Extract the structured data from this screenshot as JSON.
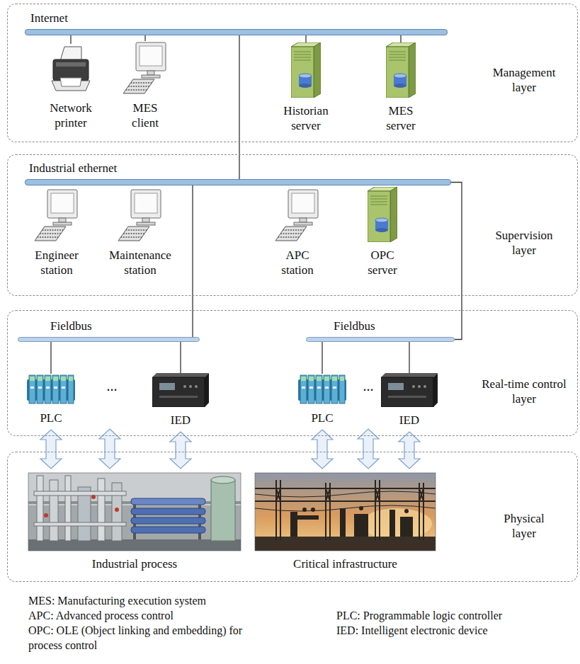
{
  "diagram": {
    "nodes": [
      {
        "text": [
          "Management layer"
        ]
      },
      {
        "text": [
          "Internet"
        ],
        "in": 0
      },
      {
        "text": [
          "Network printer"
        ],
        "in": 0
      },
      {
        "text": [
          "MES client"
        ],
        "in": 0
      },
      {
        "text": [
          "Historian server"
        ],
        "in": 0
      },
      {
        "text": [
          "MES server"
        ],
        "in": 0
      },
      {
        "text": [
          "Supervision layer"
        ]
      },
      {
        "text": [
          "Industrial ethernet"
        ],
        "in": 6
      },
      {
        "text": [
          "Engineer station"
        ],
        "in": 6
      },
      {
        "text": [
          "Maintenance station"
        ],
        "in": 6
      },
      {
        "text": [
          "APC station"
        ],
        "in": 6
      },
      {
        "text": [
          "OPC server"
        ],
        "in": 6
      },
      {
        "text": [
          "Real-time control layer"
        ]
      },
      {
        "text": [
          "Fieldbus"
        ],
        "in": 12
      },
      {
        "text": [
          "Fieldbus"
        ],
        "in": 12
      },
      {
        "text": [
          "PLC"
        ],
        "in": 12
      },
      {
        "text": [
          "IED"
        ],
        "in": 12
      },
      {
        "text": [
          "PLC"
        ],
        "in": 12
      },
      {
        "text": [
          "IED"
        ],
        "in": 12
      },
      {
        "text": [
          "Physical layer"
        ]
      },
      {
        "text": [
          "Industrial process"
        ],
        "in": 19
      },
      {
        "text": [
          "Critical infrastructure"
        ],
        "in": 19
      }
    ],
    "edges": [
      {
        "from": 1,
        "to": 7,
        "arrow": "none"
      },
      {
        "from": 1,
        "to": 2,
        "arrow": "none"
      },
      {
        "from": 1,
        "to": 3,
        "arrow": "none"
      },
      {
        "from": 1,
        "to": 4,
        "arrow": "none"
      },
      {
        "from": 1,
        "to": 5,
        "arrow": "none"
      },
      {
        "from": 7,
        "to": 13,
        "arrow": "none"
      },
      {
        "from": 7,
        "to": 14,
        "arrow": "none"
      },
      {
        "from": 13,
        "to": 15,
        "arrow": "none"
      },
      {
        "from": 13,
        "to": 16,
        "arrow": "none"
      },
      {
        "from": 14,
        "to": 17,
        "arrow": "none"
      },
      {
        "from": 14,
        "to": 18,
        "arrow": "none"
      },
      {
        "from": 15,
        "to": 20,
        "arrow": "both"
      },
      {
        "from": 16,
        "to": 20,
        "arrow": "both"
      },
      {
        "from": 17,
        "to": 21,
        "arrow": "both"
      },
      {
        "from": 18,
        "to": 21,
        "arrow": "both"
      }
    ],
    "labels": [
      "...",
      "...",
      "MES: Manufacturing execution system",
      "APC: Advanced process control",
      "OPC: OLE (Object linking and embedding) for process control",
      "PLC: Programmable logic controller",
      "IED: Intelligent electronic device"
    ]
  }
}
